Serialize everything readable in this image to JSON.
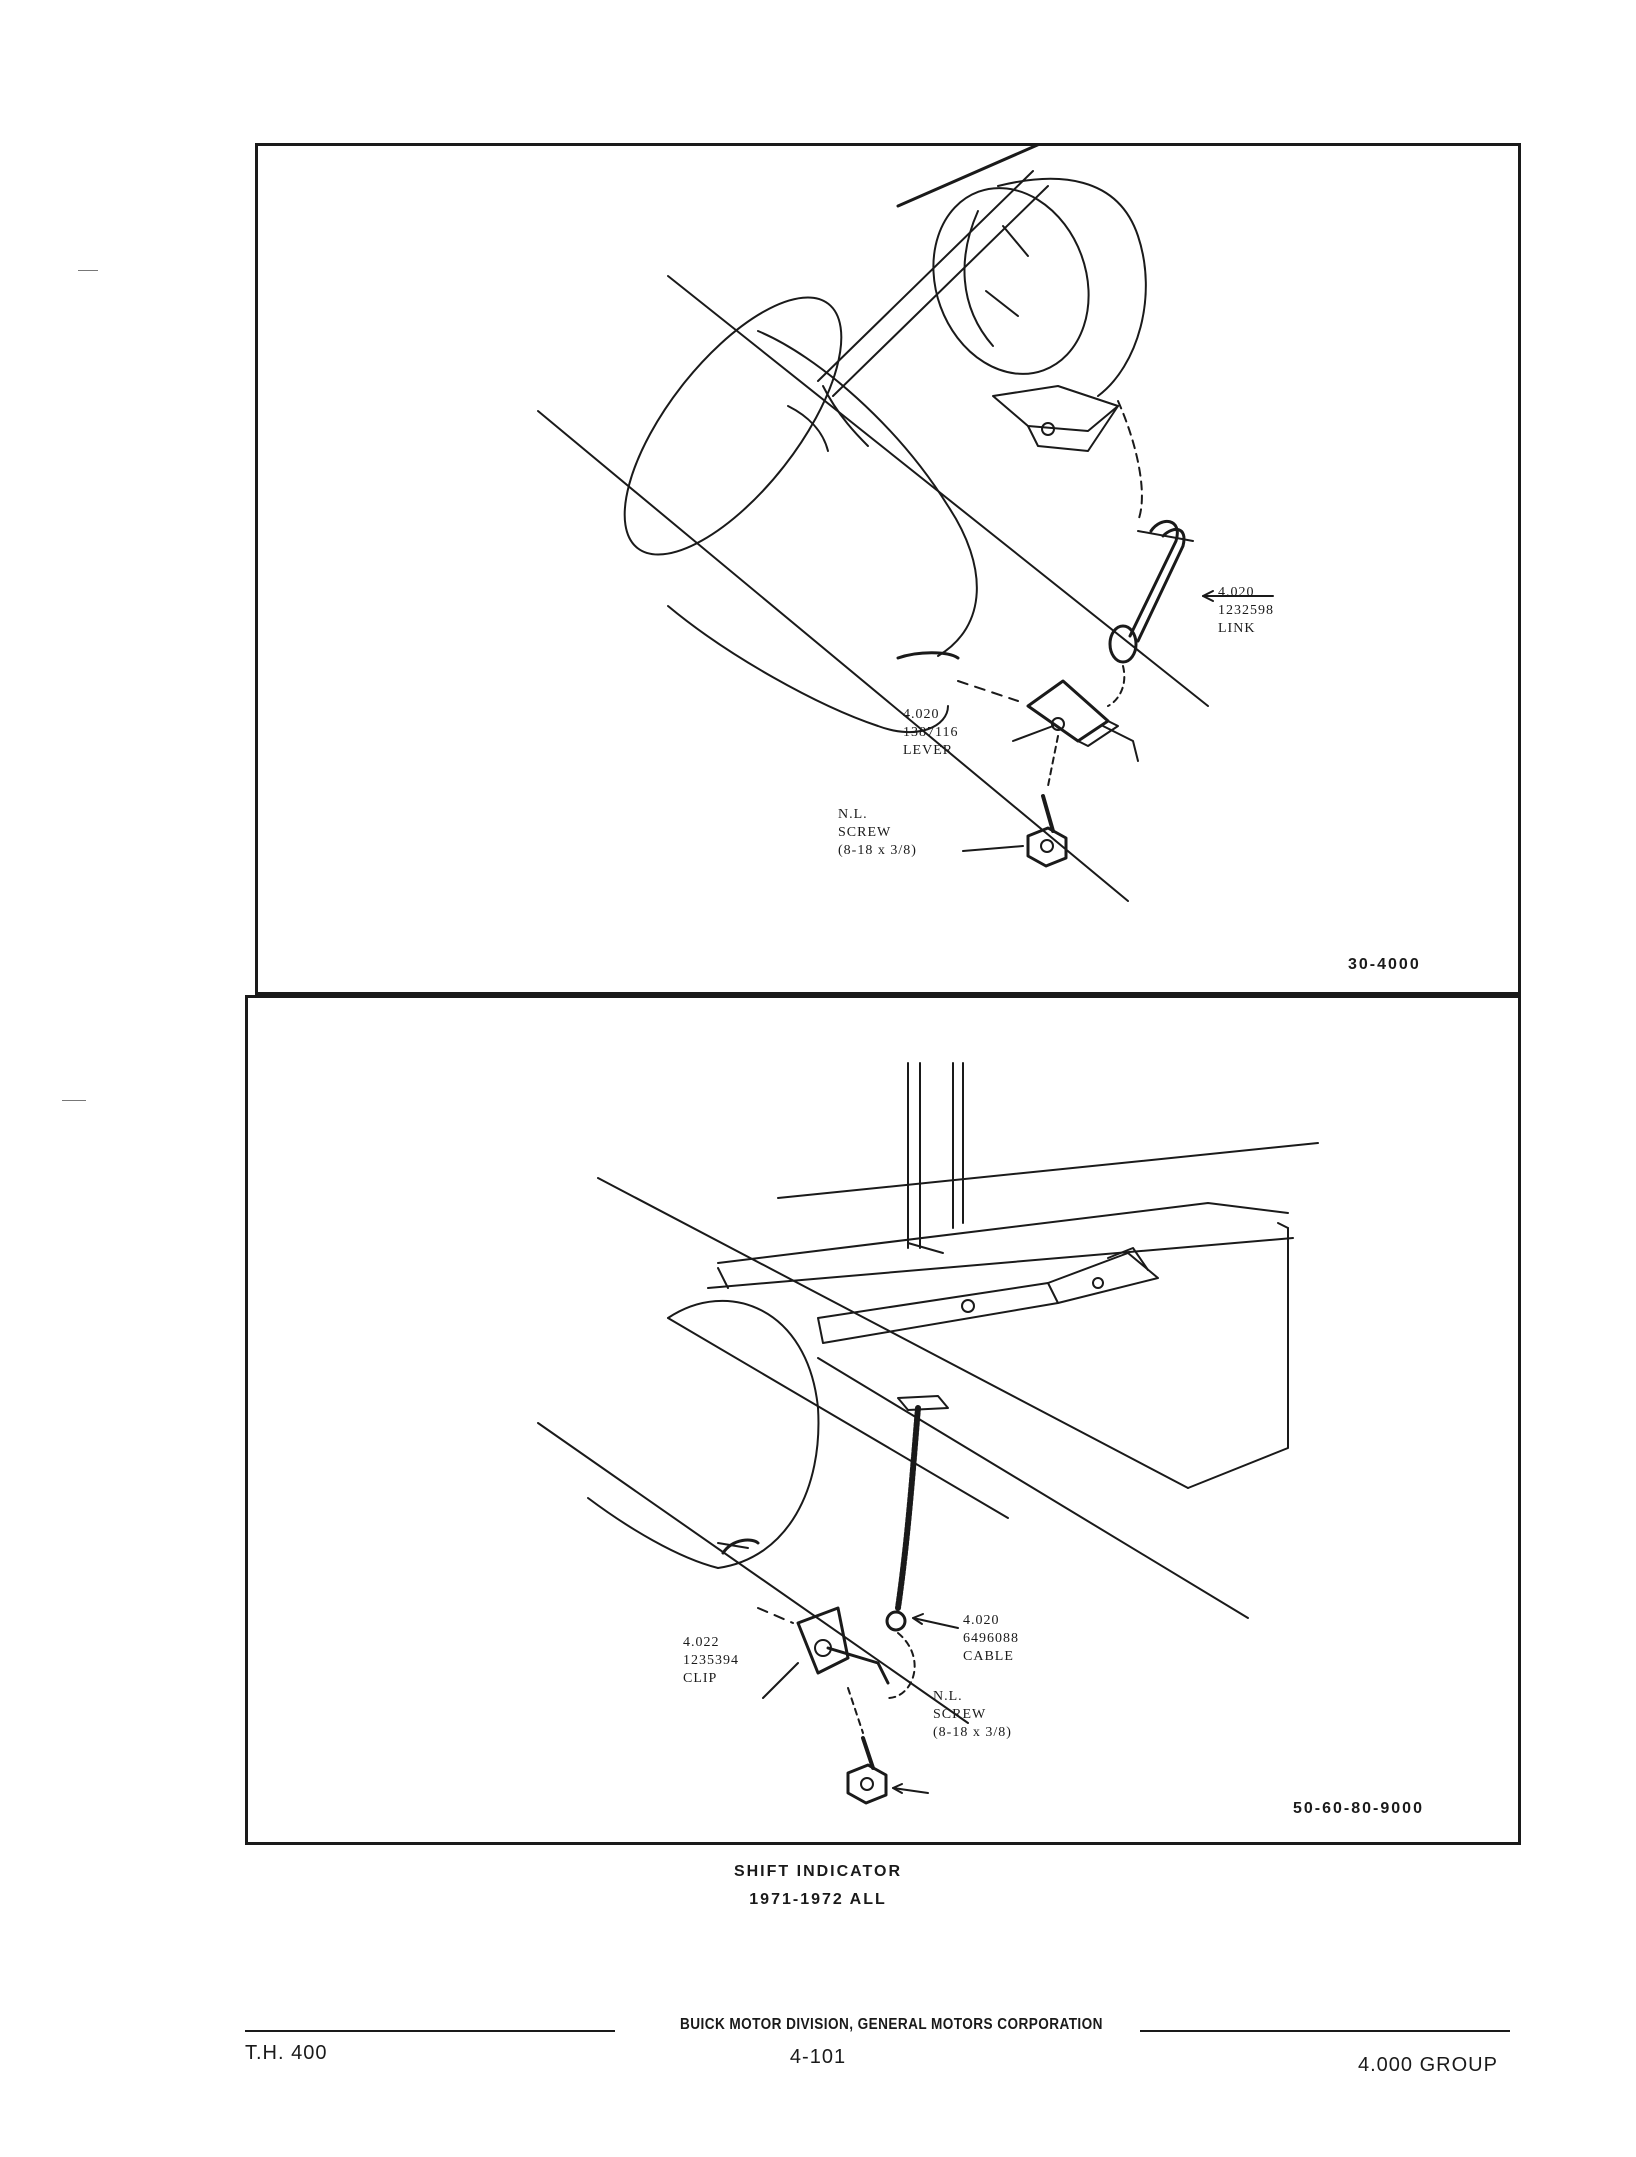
{
  "figure_top": {
    "callouts": {
      "link": [
        "4.020",
        "1232598",
        "LINK"
      ],
      "lever": [
        "4.020",
        "1387116",
        "LEVER"
      ],
      "screw": [
        "N.L.",
        "SCREW",
        "(8-18 x 3/8)"
      ]
    },
    "figure_number": "30-4000"
  },
  "figure_bottom": {
    "callouts": {
      "cable": [
        "4.020",
        "6496088",
        "CABLE"
      ],
      "clip": [
        "4.022",
        "1235394",
        "CLIP"
      ],
      "screw": [
        "N.L.",
        "SCREW",
        "(8-18 x 3/8)"
      ]
    },
    "figure_number": "50-60-80-9000"
  },
  "caption": {
    "title": "SHIFT INDICATOR",
    "subtitle": "1971-1972 ALL"
  },
  "footer": {
    "left": "T.H. 400",
    "center": "BUICK MOTOR DIVISION, GENERAL MOTORS CORPORATION",
    "page": "4-101",
    "right": "4.000 GROUP"
  }
}
